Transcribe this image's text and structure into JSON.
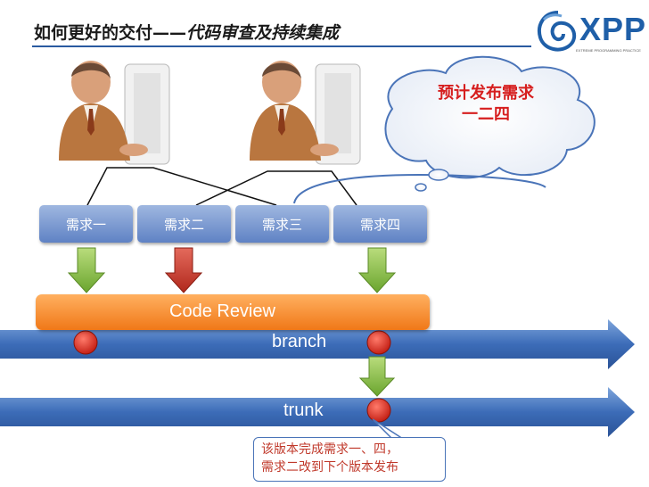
{
  "title": {
    "plain": "如何更好的交付",
    "dash": "——",
    "italic": "代码审查及持续集成"
  },
  "logo": {
    "text": "XPP",
    "subtitle": "EXTREME PROGRAMMING PRACTICE"
  },
  "cloud": {
    "line1": "预计发布需求",
    "line2": "一二四"
  },
  "requirements": [
    {
      "label": "需求一"
    },
    {
      "label": "需求二"
    },
    {
      "label": "需求三"
    },
    {
      "label": "需求四"
    }
  ],
  "code_review": {
    "label": "Code Review"
  },
  "branch": {
    "label": "branch"
  },
  "trunk": {
    "label": "trunk"
  },
  "note": {
    "line1": "该版本完成需求一、四，",
    "line2": "需求二改到下个版本发布"
  },
  "colors": {
    "accent_blue": "#4472c4",
    "orange": "#f07818",
    "green_arrow": "#7ab648",
    "red_arrow": "#c0392b",
    "red_text": "#d61e1e"
  }
}
